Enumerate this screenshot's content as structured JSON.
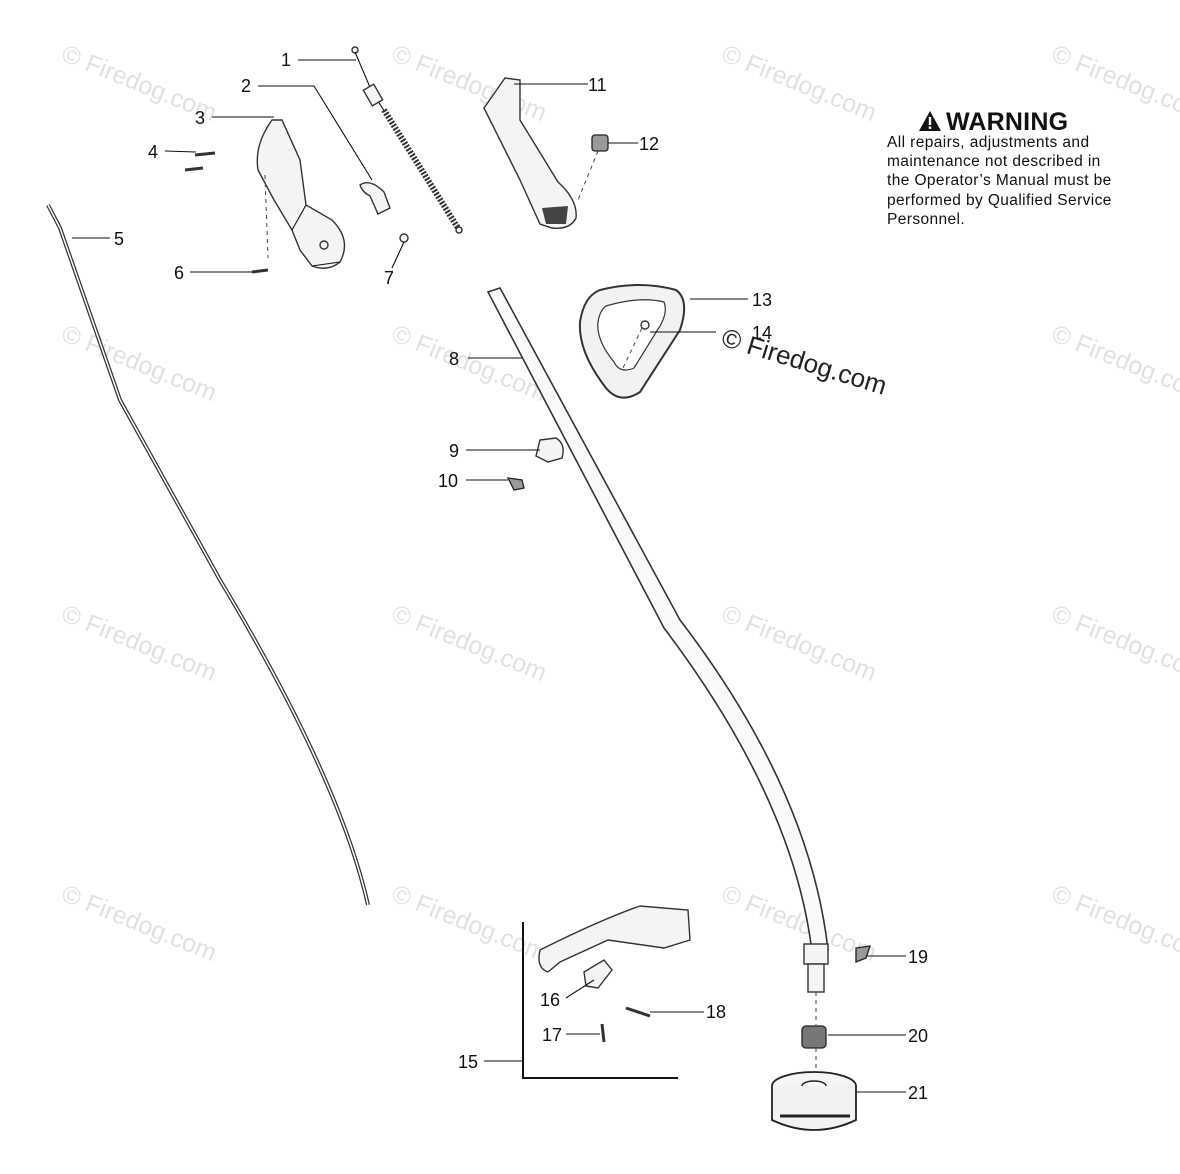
{
  "warning": {
    "icon": "warning-triangle-icon",
    "title": "WARNING",
    "lines": [
      "All repairs, adjustments and",
      "maintenance not described in",
      "the Operator’s Manual must be",
      "performed by Qualified Service",
      "Personnel."
    ]
  },
  "callouts": [
    "1",
    "2",
    "3",
    "4",
    "5",
    "6",
    "7",
    "8",
    "9",
    "10",
    "11",
    "12",
    "13",
    "14",
    "15",
    "16",
    "17",
    "18",
    "19",
    "20",
    "21"
  ],
  "watermark_text": "© Firedog.com",
  "big_watermark_text": "© Firedog.com"
}
